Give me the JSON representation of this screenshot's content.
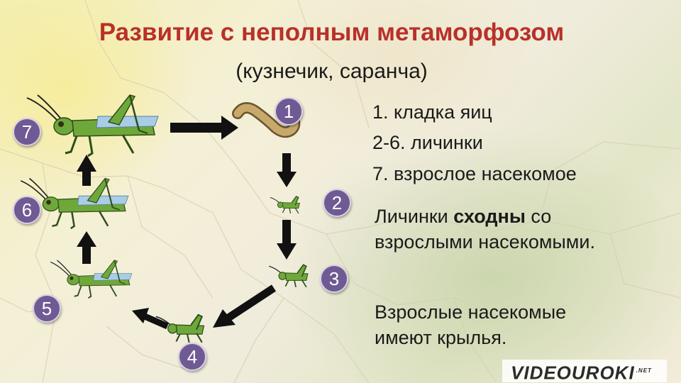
{
  "title": "Развитие с неполным метаморфозом",
  "subtitle": "(кузнечик, саранча)",
  "stages": [
    "1",
    "2",
    "3",
    "4",
    "5",
    "6",
    "7"
  ],
  "legend": [
    "1. кладка яиц",
    "2-6. личинки",
    "7. взрослое насекомое"
  ],
  "para1": {
    "before": "Личинки ",
    "bold": "сходны",
    "after": " со",
    "line2": "взрослыми насекомыми."
  },
  "para2": {
    "line1": "Взрослые насекомые",
    "line2": "имеют крылья."
  },
  "logo": {
    "text": "VIDEOUROKI",
    "tld": ".NET"
  },
  "icons": {
    "egg_pod": "egg-pod-icon",
    "grasshopper": "grasshopper-icon"
  },
  "colors": {
    "title": "#b8312a",
    "badge": "#6f5a94",
    "grasshopper": "#6ea83a",
    "wing": "#a9cde6"
  }
}
